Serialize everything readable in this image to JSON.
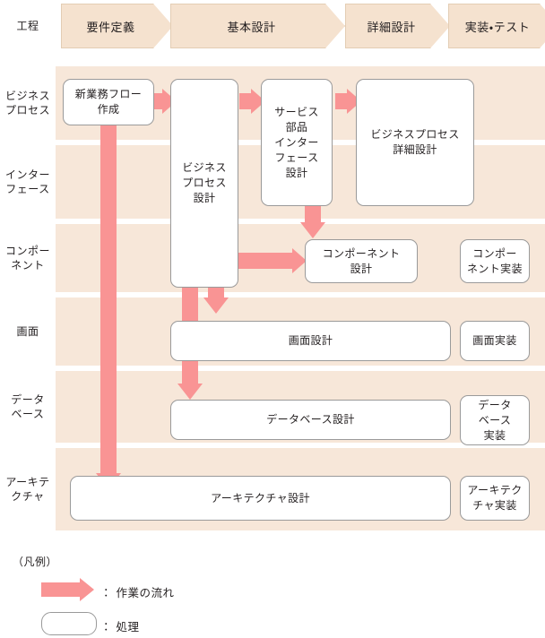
{
  "diagram": {
    "title_row_label": "工程",
    "phases": [
      {
        "id": "requirements",
        "label": "要件定義"
      },
      {
        "id": "basic-design",
        "label": "基本設計"
      },
      {
        "id": "detail-design",
        "label": "詳細設計"
      },
      {
        "id": "implementation-test",
        "label": "実装・テスト"
      }
    ],
    "lanes": [
      {
        "id": "business-process",
        "label": "ビジネス\nプロセス"
      },
      {
        "id": "interface",
        "label": "インター\nフェース"
      },
      {
        "id": "component",
        "label": "コンポー\nネント"
      },
      {
        "id": "screen",
        "label": "画面"
      },
      {
        "id": "database",
        "label": "データ\nベース"
      },
      {
        "id": "architecture",
        "label": "アーキテ\nクチャ"
      }
    ],
    "boxes": [
      {
        "id": "new-business-flow",
        "label": "新業務フロー\n作成"
      },
      {
        "id": "business-process-design",
        "label": "ビジネス\nプロセス\n設計"
      },
      {
        "id": "service-parts-interface-design",
        "label": "サービス\n部品\nインター\nフェース\n設計"
      },
      {
        "id": "business-process-detail-design",
        "label": "ビジネスプロセス\n詳細設計"
      },
      {
        "id": "component-design",
        "label": "コンポーネント\n設計"
      },
      {
        "id": "component-implementation",
        "label": "コンポー\nネント実装"
      },
      {
        "id": "screen-design",
        "label": "画面設計"
      },
      {
        "id": "screen-implementation",
        "label": "画面実装"
      },
      {
        "id": "database-design",
        "label": "データベース設計"
      },
      {
        "id": "database-implementation",
        "label": "データ\nベース\n実装"
      },
      {
        "id": "architecture-design",
        "label": "アーキテクチャ設計"
      },
      {
        "id": "architecture-implementation",
        "label": "アーキテク\nチャ実装"
      }
    ],
    "legend": {
      "title": "（凡例）",
      "arrow_label": "： 作業の流れ",
      "box_label": "： 処理"
    },
    "colors": {
      "band": "#f7e7d9",
      "chevron_fill": "#f5e2cf",
      "chevron_border": "#e3cdb4",
      "arrow": "#f99494",
      "box_fill": "#ffffff",
      "box_border": "#9a9a9a",
      "text": "#231f20"
    }
  }
}
